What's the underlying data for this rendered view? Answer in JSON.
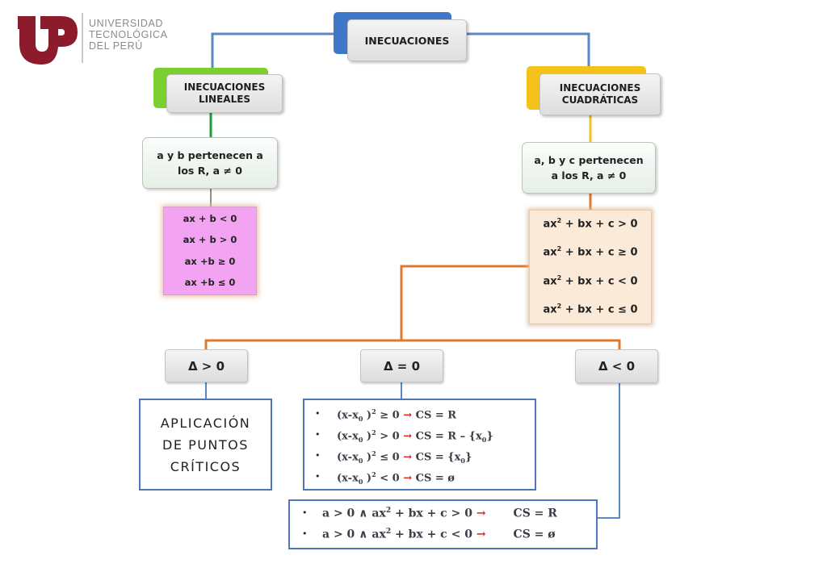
{
  "logo": {
    "lines": [
      "UNIVERSIDAD",
      "TECNOLÓGICA",
      "DEL PERÚ"
    ]
  },
  "root": {
    "label": "INECUACIONES"
  },
  "branches": {
    "lineales": {
      "label_line1": "INECUACIONES",
      "label_line2": "LINEALES",
      "condition_line1": "a y b pertenecen a",
      "condition_line2": "los R, a ≠ 0",
      "forms": [
        "ax + b  < 0",
        "ax + b > 0",
        "ax +b ≥ 0",
        "ax +b ≤ 0"
      ]
    },
    "cuadraticas": {
      "label_line1": "INECUACIONES",
      "label_line2": "CUADRÁTICAS",
      "condition_line1": "a, b y c pertenecen",
      "condition_line2": "a los R, a ≠ 0",
      "forms": [
        {
          "lhs": "ax",
          "exp": "2",
          "rest": " + bx + c > 0"
        },
        {
          "lhs": "ax",
          "exp": "2",
          "rest": " + bx + c ≥ 0"
        },
        {
          "lhs": "ax",
          "exp": "2",
          "rest": " + bx + c < 0"
        },
        {
          "lhs": "ax",
          "exp": "2",
          "rest": " + bx + c ≤ 0"
        }
      ]
    }
  },
  "discriminant": {
    "positive": "Δ > 0",
    "zero": "Δ = 0",
    "negative": "Δ < 0"
  },
  "positive_box": {
    "line1": "APLICACIÓN",
    "line2": "DE PUNTOS",
    "line3": "CRÍTICOS"
  },
  "zero_cases": [
    {
      "lhs": "(x-x",
      "sub": "0",
      "mid": " )",
      "sup": "2",
      "rel": " ≥ 0 ",
      "arrow": "→",
      "rhs": " CS = R"
    },
    {
      "lhs": "(x-x",
      "sub": "0",
      "mid": " )",
      "sup": "2",
      "rel": " > 0 ",
      "arrow": "→",
      "rhs": " CS = R – {x",
      "rhs_sub": "0",
      "rhs_end": "}"
    },
    {
      "lhs": "(x-x",
      "sub": "0",
      "mid": " )",
      "sup": "2",
      "rel": " ≤ 0 ",
      "arrow": "→",
      "rhs": " CS =  {x",
      "rhs_sub": "0",
      "rhs_end": "}"
    },
    {
      "lhs": "(x-x",
      "sub": "0",
      "mid": " )",
      "sup": "2",
      "rel": " < 0 ",
      "arrow": "→",
      "rhs": " CS = ø"
    }
  ],
  "negative_cases": [
    {
      "pre": "a > 0  ∧  ax",
      "sup": "2",
      "post": " + bx + c  > 0 ",
      "arrow": "→",
      "rhs": "CS = R"
    },
    {
      "pre": "a > 0  ∧  ax",
      "sup": "2",
      "post": " + bx + c  < 0 ",
      "arrow": "→",
      "rhs": "CS =  ø"
    }
  ],
  "bullet": "•",
  "colors": {
    "brand": "#8c1c2c",
    "root_tab": "#3f78c8",
    "lineales_tab": "#7bcf2e",
    "cuadraticas_tab": "#f4c21a",
    "lineales_wire": "#1e9e3c",
    "cuadraticas_wire": "#f3c21c",
    "discriminant_wire": "#e0782f",
    "box_border": "#4f76b8",
    "arrow": "#e0211b"
  }
}
